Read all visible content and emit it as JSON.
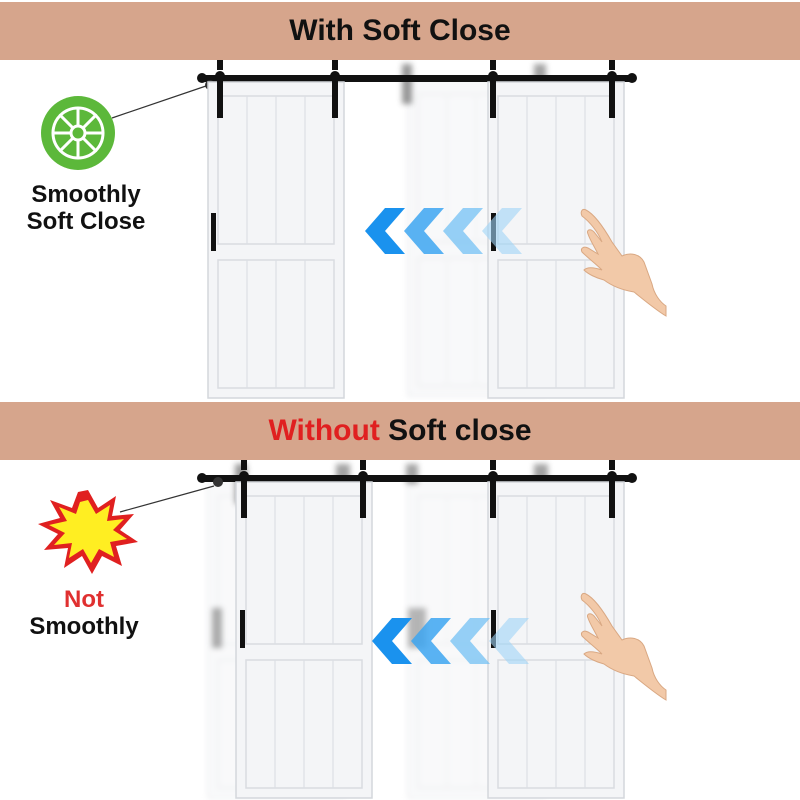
{
  "banner_top": {
    "title": "With Soft Close"
  },
  "banner_bottom": {
    "title_highlight": "Without",
    "title_rest": " Soft close"
  },
  "scene_top": {
    "caption_line1": "Smoothly",
    "caption_line2": "Soft Close",
    "icon": "wheel-icon"
  },
  "scene_bottom": {
    "caption_line1": "Not",
    "caption_line2": "Smoothly",
    "icon": "burst-icon"
  },
  "colors": {
    "banner": "#d6a58c",
    "arrow": "#2a9df4",
    "green": "#5cb83a",
    "burst_yellow": "#ffee22",
    "burst_red": "#e02020",
    "highlight_red": "#e02020",
    "rail": "#111111",
    "door": "#f3f4f6"
  }
}
